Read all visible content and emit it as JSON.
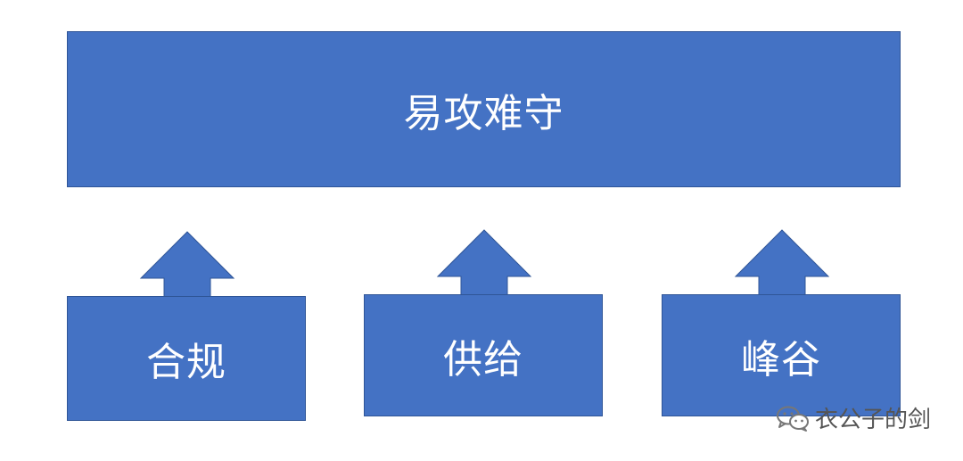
{
  "top": {
    "label": "易攻难守"
  },
  "pillars": [
    {
      "label": "合规"
    },
    {
      "label": "供给"
    },
    {
      "label": "峰谷"
    }
  ],
  "watermark": {
    "icon": "wechat-icon",
    "text": "衣公子的剑"
  },
  "colors": {
    "box_fill": "#4472c4",
    "box_border": "#2f5597",
    "text": "#ffffff",
    "watermark_text": "#555555"
  }
}
